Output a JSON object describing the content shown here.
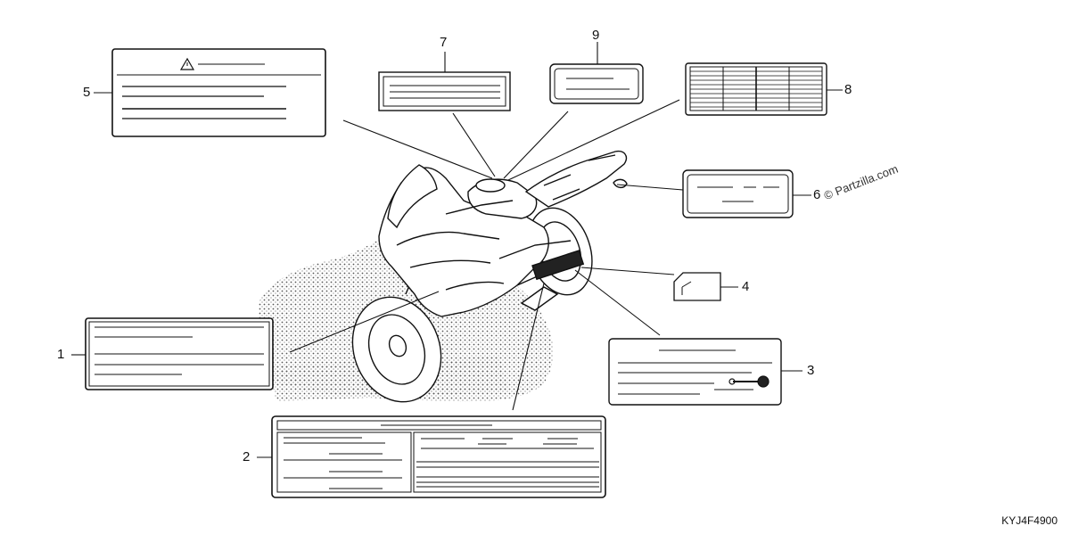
{
  "diagram": {
    "code": "KYJ4F4900",
    "watermark": "© Partzilla.com",
    "callouts": [
      "1",
      "2",
      "3",
      "4",
      "5",
      "6",
      "7",
      "8",
      "9"
    ],
    "colors": {
      "ink": "#111111",
      "background": "#ffffff",
      "stipple": "#555555"
    }
  }
}
